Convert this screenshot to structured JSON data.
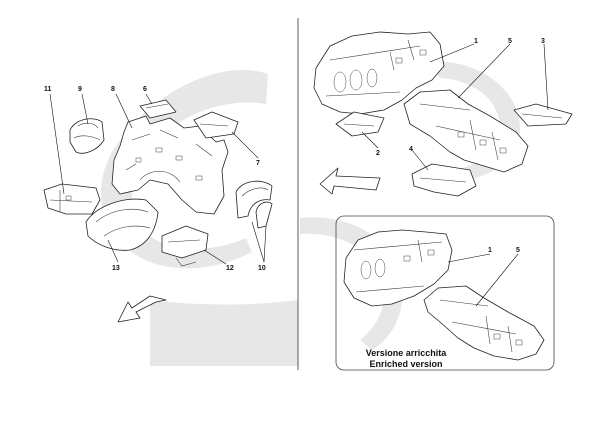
{
  "callouts": [
    "1",
    "2",
    "3",
    "4",
    "5",
    "6",
    "7",
    "8",
    "9",
    "10",
    "11",
    "12",
    "13"
  ],
  "inset_callouts": [
    "1",
    "5"
  ],
  "inset_caption": {
    "line1": "Versione arricchita",
    "line2": "Enriched version"
  },
  "colors": {
    "line": "#222222",
    "background_swoosh": "#e7e7e7",
    "paper": "#ffffff"
  },
  "icons": {
    "direction_arrow_left": "arrow-down-left-icon",
    "direction_arrow_right": "arrow-right-icon"
  }
}
